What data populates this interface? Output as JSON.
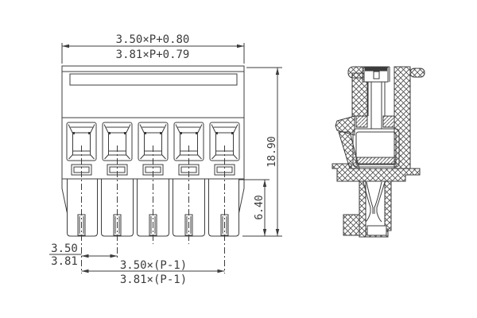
{
  "drawing": {
    "type": "technical-drawing",
    "subject": "pluggable terminal block connector, front view and sectioned side view",
    "positions": 5,
    "colors": {
      "background": "#ffffff",
      "line": "#3c3c3c"
    },
    "dims": {
      "width_top": "3.50×P+0.80",
      "width_top_alt": "3.81×P+0.79",
      "height_total": "18.90",
      "height_plug": "6.40",
      "pitch": "3.50",
      "pitch_alt": "3.81",
      "span": "3.50×(P-1)",
      "span_alt": "3.81×(P-1)"
    }
  }
}
